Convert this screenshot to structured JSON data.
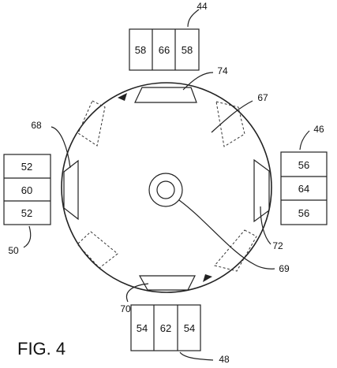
{
  "figure": {
    "label": "FIG. 4"
  },
  "blocks": {
    "top": {
      "ref": "44",
      "cells": [
        "58",
        "66",
        "58"
      ]
    },
    "right": {
      "ref": "46",
      "cells": [
        "56",
        "64",
        "56"
      ]
    },
    "bottom": {
      "ref": "48",
      "cells": [
        "54",
        "62",
        "54"
      ]
    },
    "left": {
      "ref": "50",
      "cells": [
        "52",
        "60",
        "52"
      ]
    }
  },
  "callouts": {
    "c74": "74",
    "c67": "67",
    "c68": "68",
    "c72": "72",
    "c69": "69",
    "c70": "70"
  },
  "colors": {
    "line": "#222222",
    "background": "#ffffff"
  }
}
